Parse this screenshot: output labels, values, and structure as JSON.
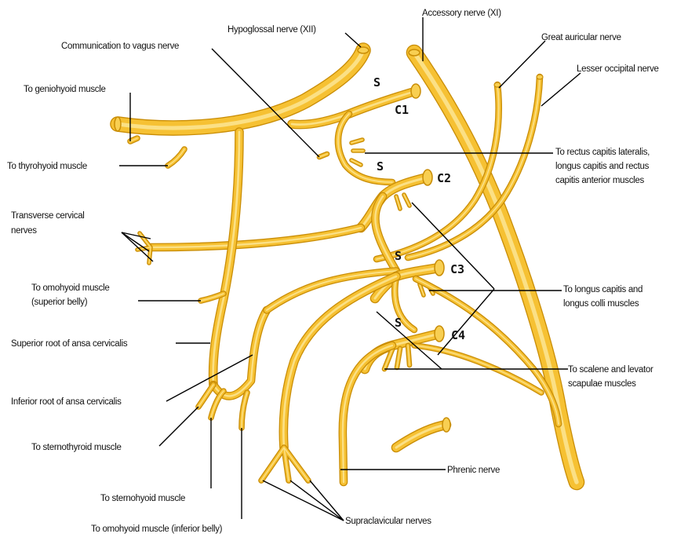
{
  "colors": {
    "nerve_fill": "#f6c133",
    "nerve_edge": "#c98d06",
    "nerve_highlight": "#fde79a",
    "leader_line": "#000000",
    "background": "#ffffff"
  },
  "roots": {
    "c1": "C1",
    "c2": "C2",
    "c3": "C3",
    "c4": "C4",
    "s": "S"
  },
  "labels": {
    "accessory": "Accessory nerve (XI)",
    "hypoglossal": "Hypoglossal nerve (XII)",
    "communication_vagus": "Communication to vagus nerve",
    "great_auricular": "Great auricular nerve",
    "lesser_occipital": "Lesser occipital nerve",
    "geniohyoid": "To geniohyoid muscle",
    "thyrohyoid": "To thyrohyoid muscle",
    "rectus_1": "To rectus capitis lateralis,",
    "rectus_2": "longus capitis and rectus",
    "rectus_3": "capitis anterior muscles",
    "transverse_1": "Transverse cervical",
    "transverse_2": "nerves",
    "omohyoid_sup_1": "To omohyoid muscle",
    "omohyoid_sup_2": "(superior belly)",
    "longus_1": "To longus capitis and",
    "longus_2": "longus colli muscles",
    "superior_root": "Superior root of ansa cervicalis",
    "scalene_1": "To scalene and levator",
    "scalene_2": "scapulae muscles",
    "inferior_root": "Inferior root of ansa cervicalis",
    "sternothyroid": "To sternothyroid muscle",
    "phrenic": "Phrenic nerve",
    "sternohyoid": "To sternohyoid muscle",
    "supraclavicular": "Supraclavicular nerves",
    "omohyoid_inf": "To omohyoid muscle (inferior belly)"
  }
}
